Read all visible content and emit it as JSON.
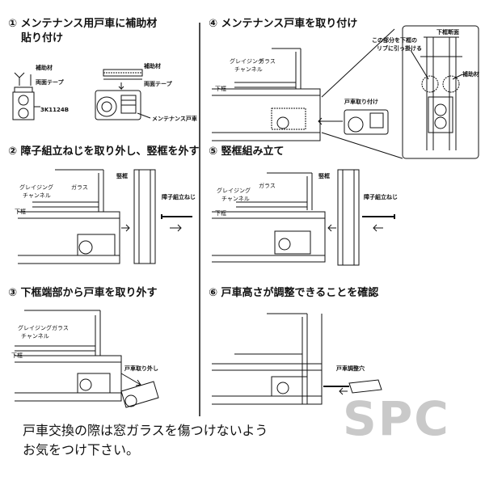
{
  "steps": {
    "s1_line1": "① メンテナンス用戸車に補助材",
    "s1_line2": "貼り付け",
    "s2": "② 障子組立ねじを取り外し、竪框を外す",
    "s3": "③ 下框端部から戸車を取り外す",
    "s4": "④ メンテナンス戸車を取り付け",
    "s5": "⑤ 竪框組み立て",
    "s6": "⑥ 戸車高さが調整できることを確認"
  },
  "labels": {
    "aux_material": "補助材",
    "double_tape": "両面テープ",
    "part_no": "3K1124B",
    "maint_roller": "メンテナンス戸車",
    "glazing": "グレイジング",
    "channel": "チャンネル",
    "glass": "ガラス",
    "bottom_rail": "下框",
    "stile": "竪框",
    "assembly_screw": "障子組立ねじ",
    "roller_remove": "戸車取り外し",
    "roller_install": "戸車取り付け",
    "bottom_rail_section": "下框断面",
    "callout_line1": "この部分を下框の",
    "callout_line2": "リブに引っ掛ける",
    "roller_adjust_hole": "戸車調整穴"
  },
  "note": {
    "line1": "戸車交換の際は窓ガラスを傷つけないよう",
    "line2": "お気をつけ下さい。"
  },
  "watermark": "SPC"
}
